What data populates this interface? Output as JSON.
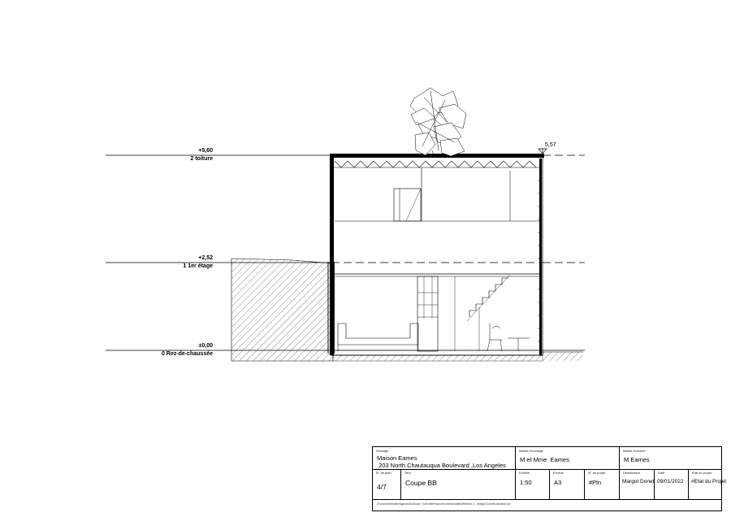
{
  "levels": [
    {
      "value": "+5,60",
      "name": "2 toiture"
    },
    {
      "value": "+2,52",
      "name": "1 1er étage"
    },
    {
      "value": "±0,00",
      "name": "0 Rez-de-chaussée"
    }
  ],
  "roof_mark": "5,57",
  "titleblock": {
    "ouvrage_caption": "Ouvrage",
    "ouvrage_name": "Maison Eames",
    "ouvrage_address": " 203 North Chautauqua Boulevard ,Los Angeles",
    "moa_caption": "Maître d'ouvrage",
    "moa_value": "M et Mme  Eames",
    "moe_caption": "Maître d'oeuvre",
    "moe_value": "M Eames",
    "plan_no_caption": "N° de plan",
    "plan_no_value": "4/7",
    "titre_caption": "Titre",
    "titre_value": "Coupe BB",
    "echelle_caption": "Echelle",
    "echelle_value": "1:50",
    "format_caption": "Format",
    "format_value": "A3",
    "projet_caption": "N° de projet",
    "projet_value": "#Pln",
    "dessinateur_caption": "Dessinateur",
    "dessinateur_value": "Margot Donet",
    "date_caption": "Date",
    "date_value": "09/01/2022",
    "etat_caption": "Etat du projet",
    "etat_value": "#Etat du Projet",
    "file_path": "D:\\cours\\etheater\\signon\\Archicad + Arhcmiere\\ancien exetavicate\\uff\\berdo 2 - Margot Donet\\Lamaed\\.pln"
  },
  "colors": {
    "ink": "#000000",
    "hatch": "#333333",
    "paper": "#ffffff"
  }
}
